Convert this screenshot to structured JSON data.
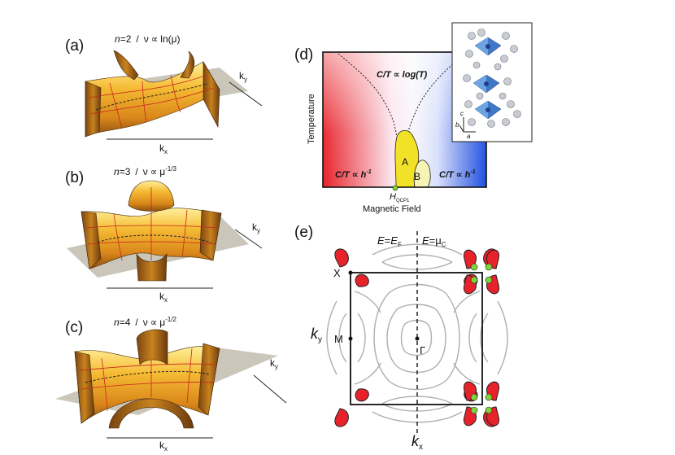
{
  "panels": {
    "a": {
      "tag": "(a)",
      "n_lbl": "n",
      "n_rest": "=2",
      "sep": "/",
      "nu": "ν",
      "prop": "∝",
      "rhs": "ln(μ)",
      "kx_main": "k",
      "kx_sub": "x",
      "ky_main": "k",
      "ky_sub": "y"
    },
    "b": {
      "tag": "(b)",
      "n_lbl": "n",
      "n_rest": "=3",
      "sep": "/",
      "nu": "ν",
      "prop": "∝",
      "rhs_base": "μ",
      "rhs_exp": "-1/3",
      "kx_main": "k",
      "kx_sub": "x",
      "ky_main": "k",
      "ky_sub": "y"
    },
    "c": {
      "tag": "(c)",
      "n_lbl": "n",
      "n_rest": "=4",
      "sep": "/",
      "nu": "ν",
      "prop": "∝",
      "rhs_base": "μ",
      "rhs_exp": "-1/2",
      "kx_main": "k",
      "kx_sub": "x",
      "ky_main": "k",
      "ky_sub": "y"
    },
    "d": {
      "tag": "(d)",
      "ylabel": "Temperature",
      "xlabel": "Magnetic Field",
      "log_label": "C/T ∝ log(T)",
      "left_label": "C/T ∝ h",
      "right_label": "C/T ∝ h",
      "exp": "-1",
      "phase_a": "A",
      "phase_b": "B",
      "h_main": "H",
      "h_sub": "QCP1",
      "inset_c": "c",
      "inset_b": "b",
      "inset_a": "a",
      "colors": {
        "red": "#e8222a",
        "blue": "#1e4fe0",
        "phase_a": "#f2e227",
        "phase_b": "#f7f3b4"
      }
    },
    "e": {
      "tag": "(e)",
      "label_ef_e": "E",
      "label_ef_eq": "=",
      "label_ef_e2": "E",
      "label_ef_sub": "F",
      "label_mu_e": "E",
      "label_mu_eq": "=μ",
      "label_mu_sub": "C",
      "point_x": "X",
      "point_m": "M",
      "point_gamma": "Γ",
      "ky_main": "k",
      "ky_sub": "y",
      "kx_main": "k",
      "kx_sub": "x",
      "colors": {
        "pocket_red": "#e8222a",
        "contour_gray": "#a9b0b0",
        "dot_green": "#7dd33a"
      }
    }
  }
}
